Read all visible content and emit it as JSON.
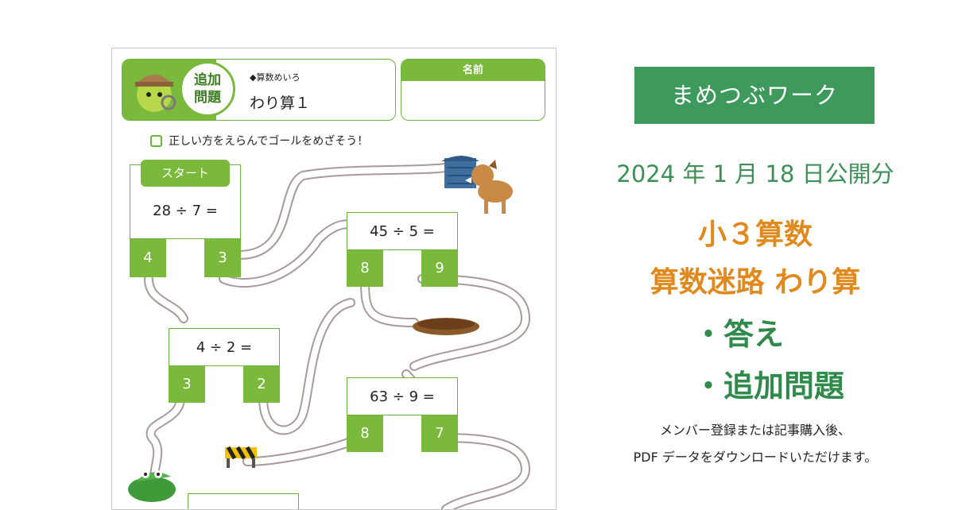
{
  "worksheet": {
    "badge_line1": "追加",
    "badge_line2": "問題",
    "category": "◆算数めいろ",
    "title": "わり算１",
    "name_label": "名前",
    "instruction": "正しい方をえらんでゴールをめざそう！",
    "start_label": "スタート",
    "problems": [
      {
        "equation": "28 ÷ 7 =",
        "left": "4",
        "right": "3"
      },
      {
        "equation": "45 ÷ 5 =",
        "left": "8",
        "right": "9"
      },
      {
        "equation": "4 ÷ 2 =",
        "left": "3",
        "right": "2"
      },
      {
        "equation": "63 ÷ 9 =",
        "left": "8",
        "right": "7"
      }
    ]
  },
  "panel": {
    "brand": "まめつぶワーク",
    "date": "2024 年 1 月 18 日公開分",
    "grade": "小３算数",
    "subject": "算数迷路 わり算",
    "item1": "・答え",
    "item2": "・追加問題",
    "note1": "メンバー登録または記事購入後、",
    "note2": "PDF データをダウンロードいただけます。"
  },
  "colors": {
    "green": "#7ab93c",
    "brand": "#3d9a5c",
    "orange": "#e08a1e"
  }
}
